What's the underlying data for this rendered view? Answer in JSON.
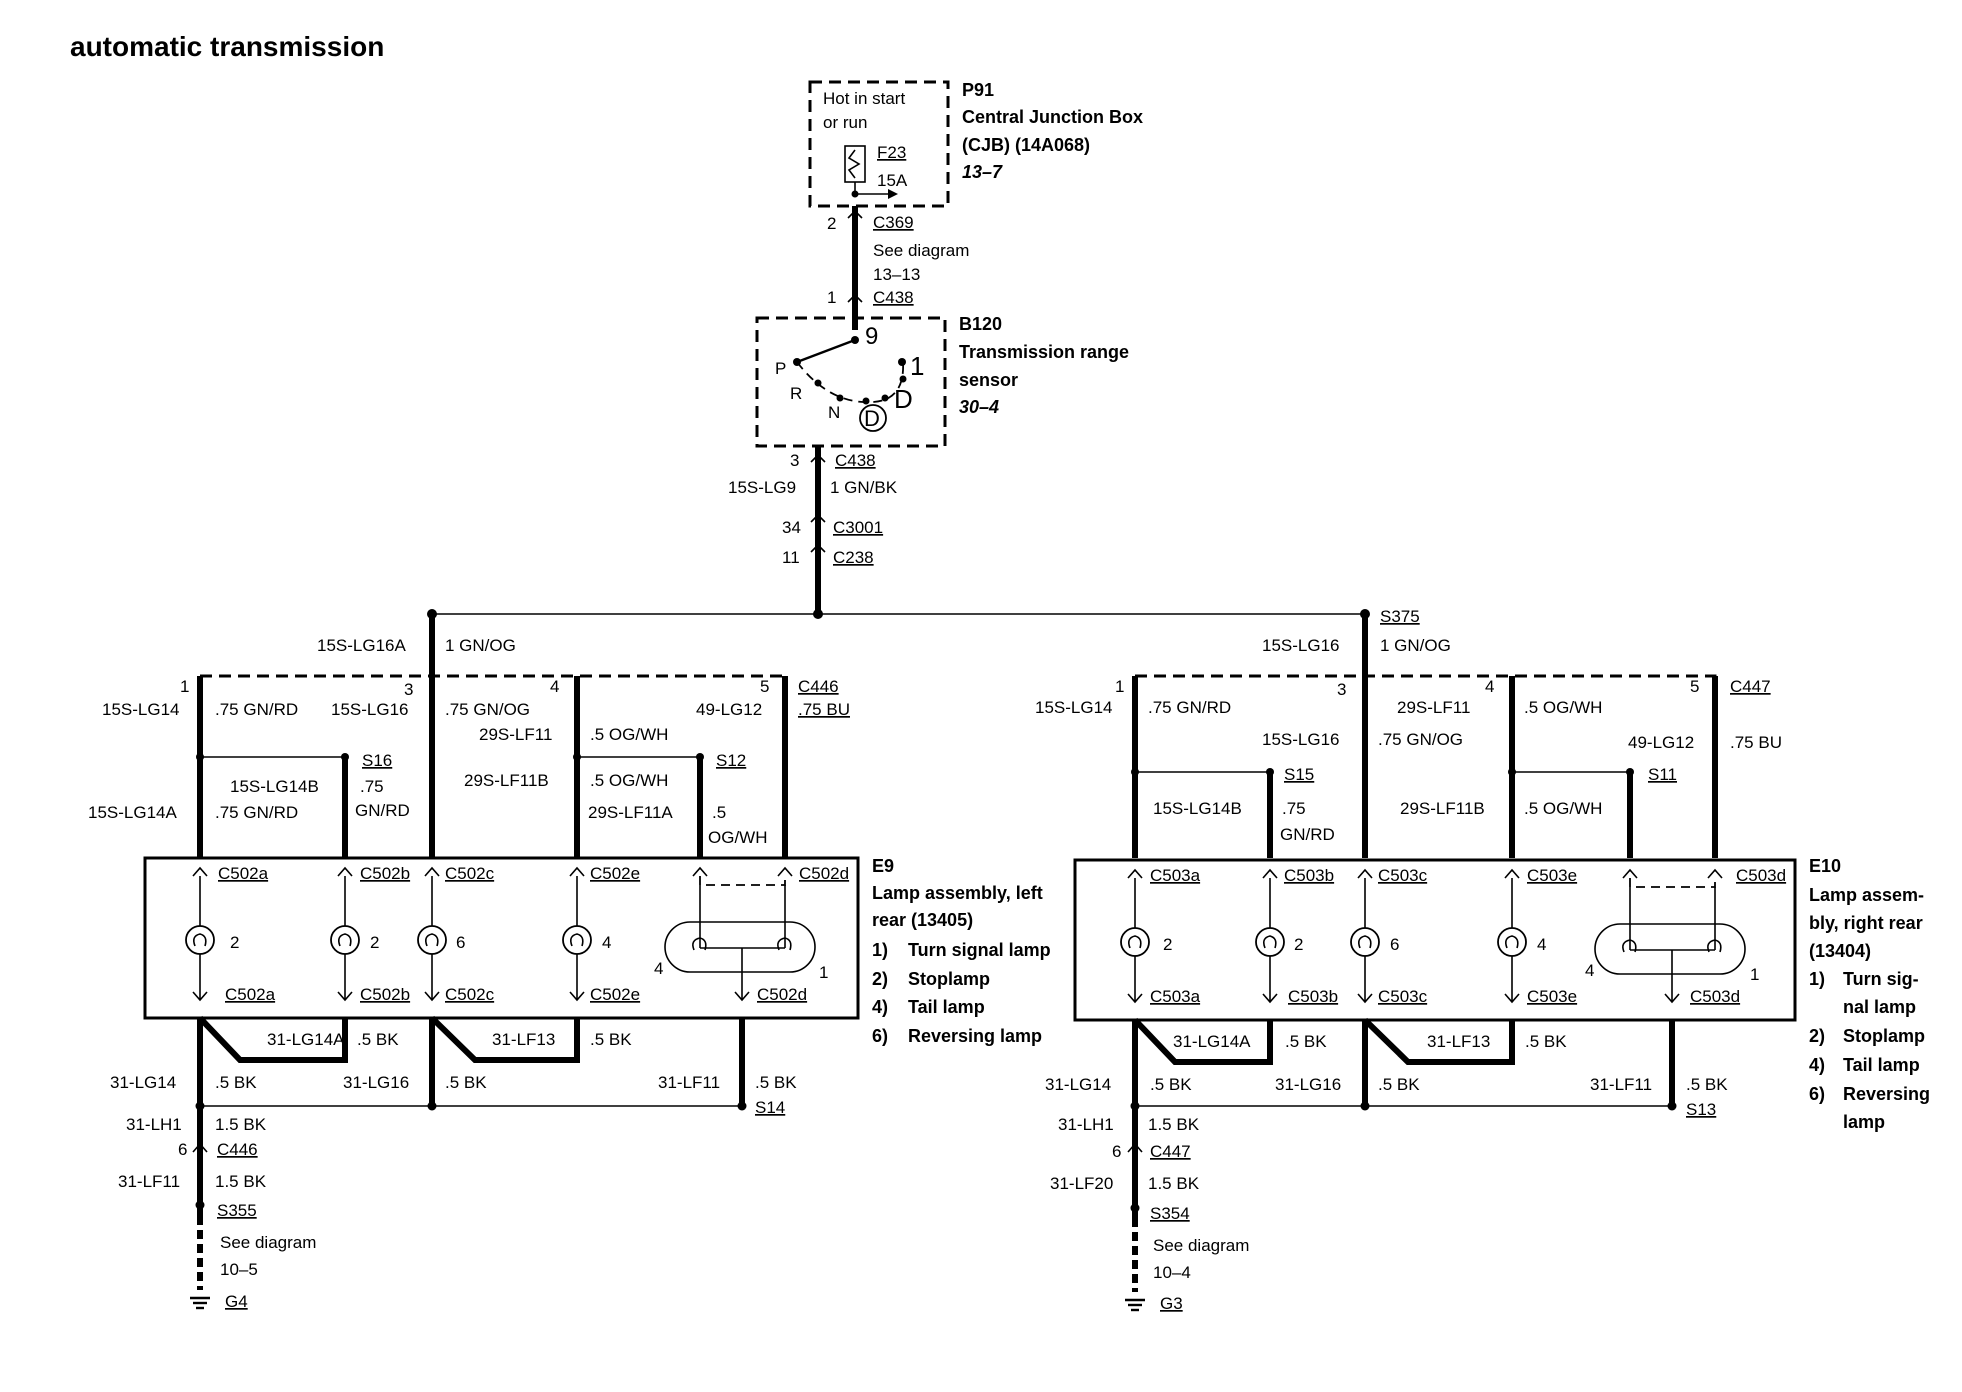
{
  "title": "automatic transmission",
  "p91": {
    "ref": "P91",
    "name_line1": "Central Junction Box",
    "name_line2": "(CJB) (14A068)",
    "page": "13–7",
    "hot_line1": "Hot in start",
    "hot_line2": "or run",
    "fuse": "F23",
    "fuse_rating": "15A"
  },
  "b120": {
    "ref": "B120",
    "name_line1": "Transmission range",
    "name_line2": "sensor",
    "page": "30–4",
    "pos_9": "9",
    "pos_p": "P",
    "pos_r": "R",
    "pos_n": "N",
    "pos_d": "D",
    "pos_d2": "D",
    "pos_1": "1"
  },
  "trunk": {
    "pin2": "2",
    "c369": "C369",
    "see_line1": "See diagram",
    "see_line2": "13–13",
    "pin1": "1",
    "c438_top": "C438",
    "pin3": "3",
    "c438_bot": "C438",
    "wire_id": "15S-LG9",
    "wire_size": "1 GN/BK",
    "pin34": "34",
    "c3001": "C3001",
    "pin11": "11",
    "c238": "C238"
  },
  "left": {
    "s_feed_id": "15S-LG16A",
    "s_feed_size": "1 GN/OG",
    "pin1": "1",
    "pin3": "3",
    "pin4": "4",
    "pin5": "5",
    "conn": "C446",
    "w1_id": "15S-LG14",
    "w1_size": ".75 GN/RD",
    "w3_id": "15S-LG16",
    "w3_size": ".75 GN/OG",
    "w4_id": "29S-LF11",
    "w4_size": ".5 OG/WH",
    "w5_id": "49-LG12",
    "w5_size": ".75 BU",
    "s16": "S16",
    "w14b_id": "15S-LG14B",
    "w14b_size1": ".75",
    "w14b_size2": "GN/RD",
    "s12": "S12",
    "w11b_id": "29S-LF11B",
    "w11b_size": ".5 OG/WH",
    "w14a_id": "15S-LG14A",
    "w14a_size": ".75 GN/RD",
    "w11a_id": "29S-LF11A",
    "w11a_size1": ".5",
    "w11a_size2": "OG/WH",
    "conn_a": "C502a",
    "conn_b": "C502b",
    "conn_c": "C502c",
    "conn_e": "C502e",
    "conn_d": "C502d",
    "lamp_a": "2",
    "lamp_b": "2",
    "lamp_c": "6",
    "lamp_e": "4",
    "lamp_big_l": "4",
    "lamp_big_r": "1",
    "g14a_id": "31-LG14A",
    "g14a_size": ".5 BK",
    "g13_id": "31-LF13",
    "g13_size": ".5 BK",
    "g14_id": "31-LG14",
    "g14_size": ".5 BK",
    "g16_id": "31-LG16",
    "g16_size": ".5 BK",
    "g11_id": "31-LF11",
    "g11_size": ".5 BK",
    "s14": "S14",
    "lh1_id": "31-LH1",
    "lh1_size": "1.5 BK",
    "pin6": "6",
    "c446b": "C446",
    "lf_id": "31-LF11",
    "lf_size": "1.5 BK",
    "s355": "S355",
    "see_line1": "See diagram",
    "see_line2": "10–5",
    "ground": "G4",
    "e_ref": "E9",
    "e_line1": "Lamp assembly, left",
    "e_line2": "rear (13405)",
    "legend": [
      {
        "n": "1)",
        "t": "Turn signal lamp"
      },
      {
        "n": "2)",
        "t": "Stoplamp"
      },
      {
        "n": "4)",
        "t": "Tail lamp"
      },
      {
        "n": "6)",
        "t": "Reversing lamp"
      }
    ]
  },
  "right": {
    "s375": "S375",
    "s_feed_id": "15S-LG16",
    "s_feed_size": "1 GN/OG",
    "pin1": "1",
    "pin3": "3",
    "pin4": "4",
    "pin5": "5",
    "conn": "C447",
    "w1_id": "15S-LG14",
    "w1_size": ".75 GN/RD",
    "w4_id": "29S-LF11",
    "w4_size": ".5 OG/WH",
    "w3_id": "15S-LG16",
    "w3_size": ".75 GN/OG",
    "w5_id": "49-LG12",
    "w5_size": ".75 BU",
    "s15": "S15",
    "s11": "S11",
    "w14b_id": "15S-LG14B",
    "w14b_size1": ".75",
    "w14b_size2": "GN/RD",
    "w11b_id": "29S-LF11B",
    "w11b_size": ".5 OG/WH",
    "conn_a": "C503a",
    "conn_b": "C503b",
    "conn_c": "C503c",
    "conn_e": "C503e",
    "conn_d": "C503d",
    "lamp_a": "2",
    "lamp_b": "2",
    "lamp_c": "6",
    "lamp_e": "4",
    "lamp_big_l": "4",
    "lamp_big_r": "1",
    "g14a_id": "31-LG14A",
    "g14a_size": ".5 BK",
    "g13_id": "31-LF13",
    "g13_size": ".5 BK",
    "g14_id": "31-LG14",
    "g14_size": ".5 BK",
    "g16_id": "31-LG16",
    "g16_size": ".5 BK",
    "g11_id": "31-LF11",
    "g11_size": ".5 BK",
    "s13": "S13",
    "lh1_id": "31-LH1",
    "lh1_size": "1.5 BK",
    "pin6": "6",
    "c447b": "C447",
    "lf_id": "31-LF20",
    "lf_size": "1.5 BK",
    "s354": "S354",
    "see_line1": "See diagram",
    "see_line2": "10–4",
    "ground": "G3",
    "e_ref": "E10",
    "e_line1": "Lamp assem-",
    "e_line2": "bly, right rear",
    "e_line3": "(13404)",
    "legend": [
      {
        "n": "1)",
        "t": "Turn sig-",
        "t2": "nal lamp"
      },
      {
        "n": "2)",
        "t": "Stoplamp"
      },
      {
        "n": "4)",
        "t": "Tail lamp"
      },
      {
        "n": "6)",
        "t": "Reversing",
        "t2": "lamp"
      }
    ]
  }
}
